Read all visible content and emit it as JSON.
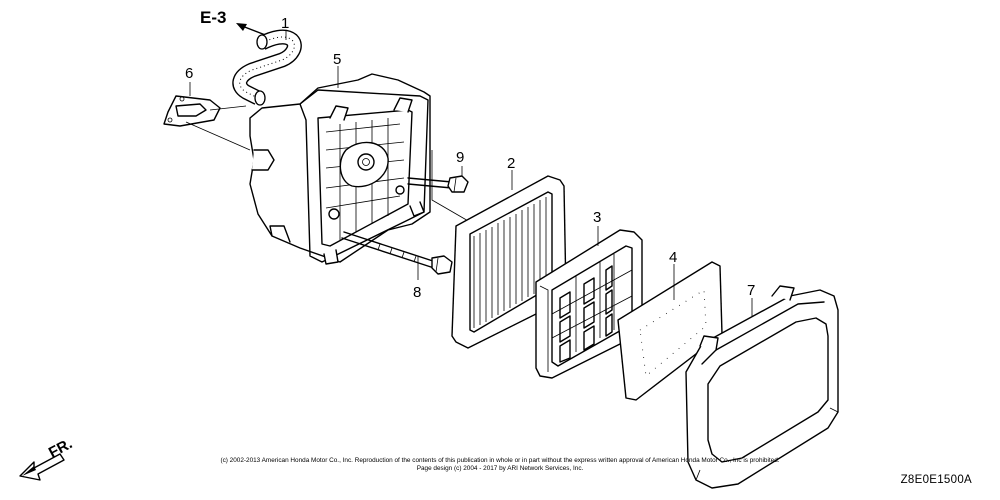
{
  "diagram": {
    "parts": [
      {
        "number": "1",
        "name": "breather-tube"
      },
      {
        "number": "2",
        "name": "air-filter-element"
      },
      {
        "number": "3",
        "name": "element-grid"
      },
      {
        "number": "4",
        "name": "foam-pre-filter"
      },
      {
        "number": "5",
        "name": "air-cleaner-case"
      },
      {
        "number": "6",
        "name": "gasket"
      },
      {
        "number": "7",
        "name": "air-cleaner-cover"
      },
      {
        "number": "8",
        "name": "long-bolt"
      },
      {
        "number": "9",
        "name": "short-bolt"
      }
    ],
    "reference_label": "E-3",
    "front_label": "FR."
  },
  "footer": {
    "copyright_line1": "(c) 2002-2013 American Honda Motor Co., Inc. Reproduction of the contents of this publication in whole or in part without the express written approval of American Honda Motor Co., Inc is prohibited.",
    "copyright_line2": "Page design (c) 2004 - 2017 by ARI Network Services, Inc.",
    "diagram_code": "Z8E0E1500A"
  }
}
